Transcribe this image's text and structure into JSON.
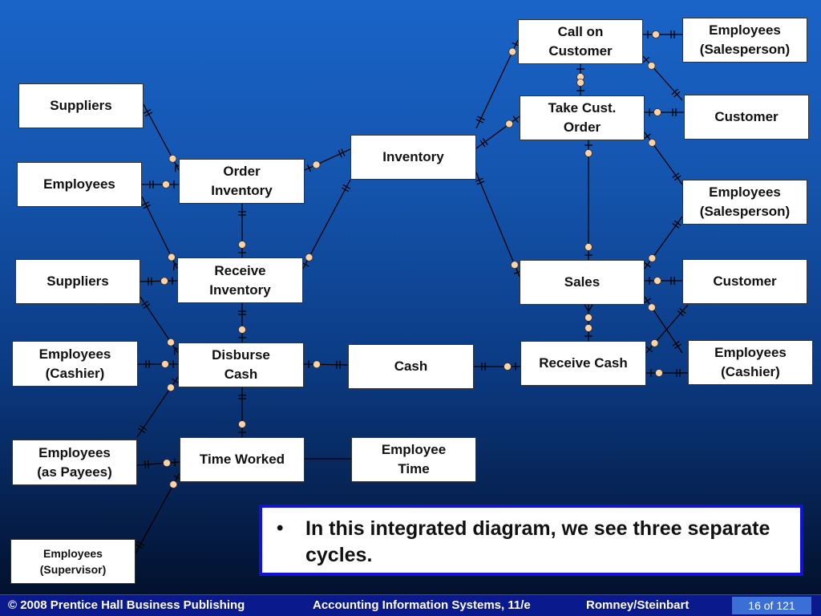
{
  "entities": {
    "suppliers1": "Suppliers",
    "employees1": "Employees",
    "suppliers2": "Suppliers",
    "employees_cashier_left": "Employees\n(Cashier)",
    "employees_payees": "Employees\n(as Payees)",
    "employees_supervisor": "Employees\n(Supervisor)",
    "order_inventory": "Order\nInventory",
    "receive_inventory": "Receive\nInventory",
    "disburse_cash": "Disburse\nCash",
    "time_worked": "Time Worked",
    "inventory": "Inventory",
    "cash": "Cash",
    "employee_time": "Employee\nTime",
    "call_on_customer": "Call on\nCustomer",
    "take_cust_order": "Take Cust.\nOrder",
    "sales": "Sales",
    "receive_cash": "Receive Cash",
    "employees_salesperson1": "Employees\n(Salesperson)",
    "customer1": "Customer",
    "employees_salesperson2": "Employees\n(Salesperson)",
    "customer2": "Customer",
    "employees_cashier_right": "Employees\n(Cashier)"
  },
  "callout": {
    "bullet": "•",
    "text": "In this integrated diagram, we see three separate cycles."
  },
  "footer": {
    "copyright": "© 2008 Prentice Hall Business Publishing",
    "book": "Accounting Information Systems, 11/e",
    "authors": "Romney/Steinbart",
    "page": "16 of 121"
  },
  "colors": {
    "line": "#000000",
    "circle_fill": "#fcd2a6",
    "footer_bg": "#0a1a8c",
    "callout_border": "#1111dd"
  }
}
